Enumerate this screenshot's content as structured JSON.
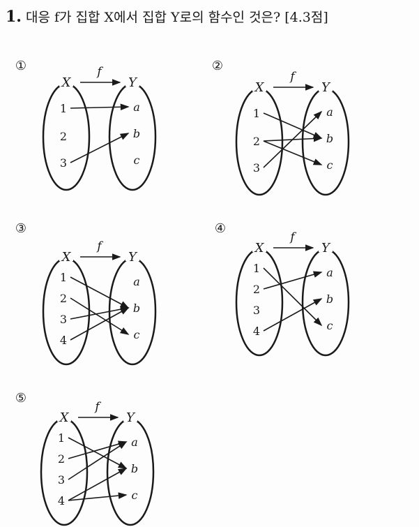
{
  "question": {
    "number": "1.",
    "text": "대응 f가 집합 X에서 집합 Y로의 함수인 것은? [4.3점]"
  },
  "diagrams": [
    {
      "label": "①",
      "set_x": "X",
      "set_y": "Y",
      "map_label": "f",
      "domain": [
        "1",
        "2",
        "3"
      ],
      "codomain": [
        "a",
        "b",
        "c"
      ],
      "mapping": [
        [
          "1",
          "a"
        ],
        [
          "3",
          "b"
        ]
      ]
    },
    {
      "label": "②",
      "set_x": "X",
      "set_y": "Y",
      "map_label": "f",
      "domain": [
        "1",
        "2",
        "3"
      ],
      "codomain": [
        "a",
        "b",
        "c"
      ],
      "mapping": [
        [
          "1",
          "b"
        ],
        [
          "2",
          "b"
        ],
        [
          "2",
          "c"
        ],
        [
          "3",
          "a"
        ]
      ]
    },
    {
      "label": "③",
      "set_x": "X",
      "set_y": "Y",
      "map_label": "f",
      "domain": [
        "1",
        "2",
        "3",
        "4"
      ],
      "codomain": [
        "a",
        "b",
        "c"
      ],
      "mapping": [
        [
          "1",
          "b"
        ],
        [
          "2",
          "c"
        ],
        [
          "3",
          "b"
        ],
        [
          "4",
          "b"
        ]
      ]
    },
    {
      "label": "④",
      "set_x": "X",
      "set_y": "Y",
      "map_label": "f",
      "domain": [
        "1",
        "2",
        "3",
        "4"
      ],
      "codomain": [
        "a",
        "b",
        "c"
      ],
      "mapping": [
        [
          "1",
          "c"
        ],
        [
          "2",
          "a"
        ],
        [
          "4",
          "b"
        ]
      ]
    },
    {
      "label": "⑤",
      "set_x": "X",
      "set_y": "Y",
      "map_label": "f",
      "domain": [
        "1",
        "2",
        "3",
        "4"
      ],
      "codomain": [
        "a",
        "b",
        "c"
      ],
      "mapping": [
        [
          "1",
          "b"
        ],
        [
          "2",
          "a"
        ],
        [
          "3",
          "a"
        ],
        [
          "4",
          "b"
        ],
        [
          "4",
          "c"
        ]
      ]
    }
  ]
}
